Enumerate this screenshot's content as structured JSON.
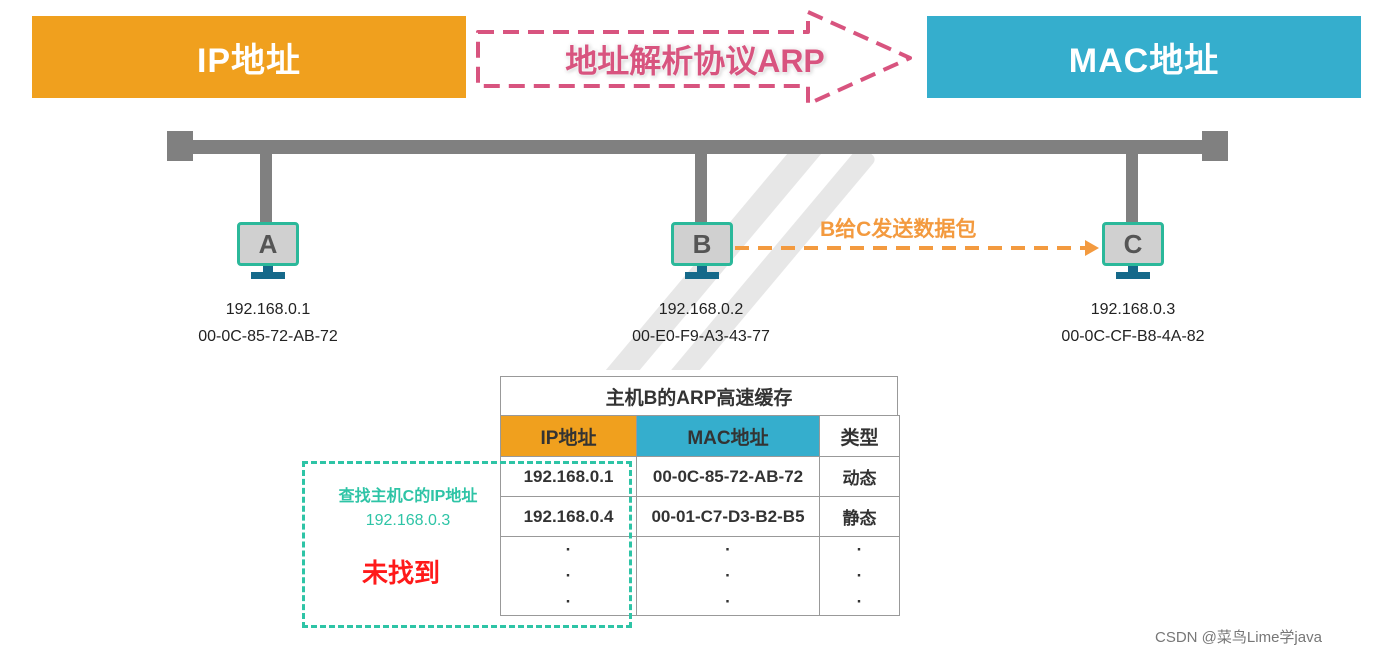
{
  "banners": {
    "left": {
      "label": "IP地址",
      "color": "#f0a01e"
    },
    "right": {
      "label": "MAC地址",
      "color": "#35aecd"
    },
    "arrow": {
      "label": "地址解析协议ARP",
      "color": "#d8547f"
    }
  },
  "network": {
    "bus_color": "#808080",
    "hosts": [
      {
        "id": "A",
        "ip": "192.168.0.1",
        "mac": "00-0C-85-72-AB-72"
      },
      {
        "id": "B",
        "ip": "192.168.0.2",
        "mac": "00-E0-F9-A3-43-77"
      },
      {
        "id": "C",
        "ip": "192.168.0.3",
        "mac": "00-0C-CF-B8-4A-82"
      }
    ],
    "send_arrow": {
      "label": "B给C发送数据包",
      "from": "B",
      "to": "C",
      "color": "#f39a3f"
    }
  },
  "arp_cache": {
    "title": "主机B的ARP高速缓存",
    "columns": [
      "IP地址",
      "MAC地址",
      "类型"
    ],
    "rows": [
      {
        "ip": "192.168.0.1",
        "mac": "00-0C-85-72-AB-72",
        "type": "动态"
      },
      {
        "ip": "192.168.0.4",
        "mac": "00-01-C7-D3-B2-B5",
        "type": "静态"
      }
    ],
    "ellipsis": "·\n·\n·"
  },
  "lookup": {
    "title": "查找主机C的IP地址",
    "ip": "192.168.0.3",
    "result": "未找到",
    "box_color": "#2ec4a6",
    "result_color": "#ff1a1a"
  },
  "footer": {
    "credit": "CSDN @菜鸟Lime学java"
  }
}
